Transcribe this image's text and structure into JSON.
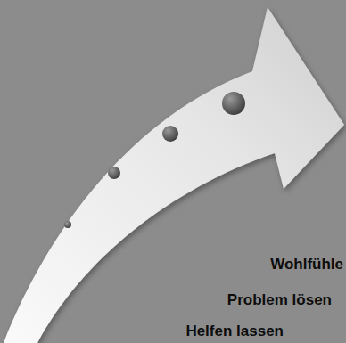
{
  "diagram": {
    "labels": [
      "Wohlfühle",
      "Problem lösen",
      "Helfen lassen"
    ]
  }
}
